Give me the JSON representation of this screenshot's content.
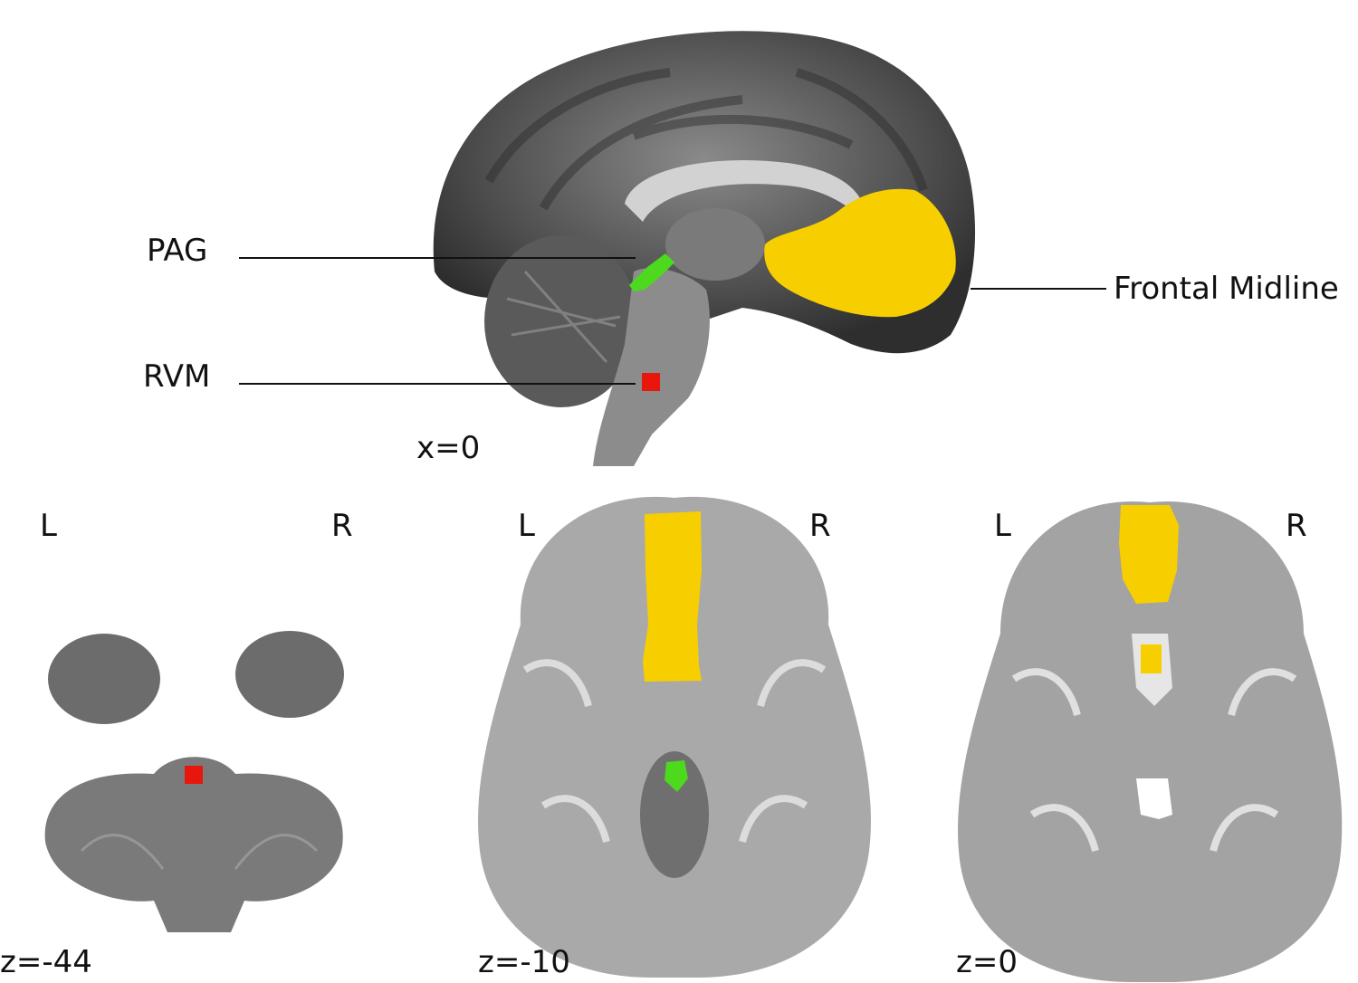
{
  "figure": {
    "sagittal": {
      "coord_label": "x=0",
      "regions": [
        {
          "key": "pag",
          "label": "PAG",
          "color": "#4cd91e"
        },
        {
          "key": "rvm",
          "label": "RVM",
          "color": "#e8160c"
        },
        {
          "key": "frontal",
          "label": "Frontal Midline",
          "color": "#f7cf00"
        }
      ]
    },
    "axial_panels": [
      {
        "coord_label": "z=-44",
        "left_label": "L",
        "right_label": "R"
      },
      {
        "coord_label": "z=-10",
        "left_label": "L",
        "right_label": "R"
      },
      {
        "coord_label": "z=0",
        "left_label": "L",
        "right_label": "R"
      }
    ],
    "colors": {
      "pag": "#4cd91e",
      "rvm": "#e8160c",
      "frontal": "#f7cf00"
    }
  }
}
